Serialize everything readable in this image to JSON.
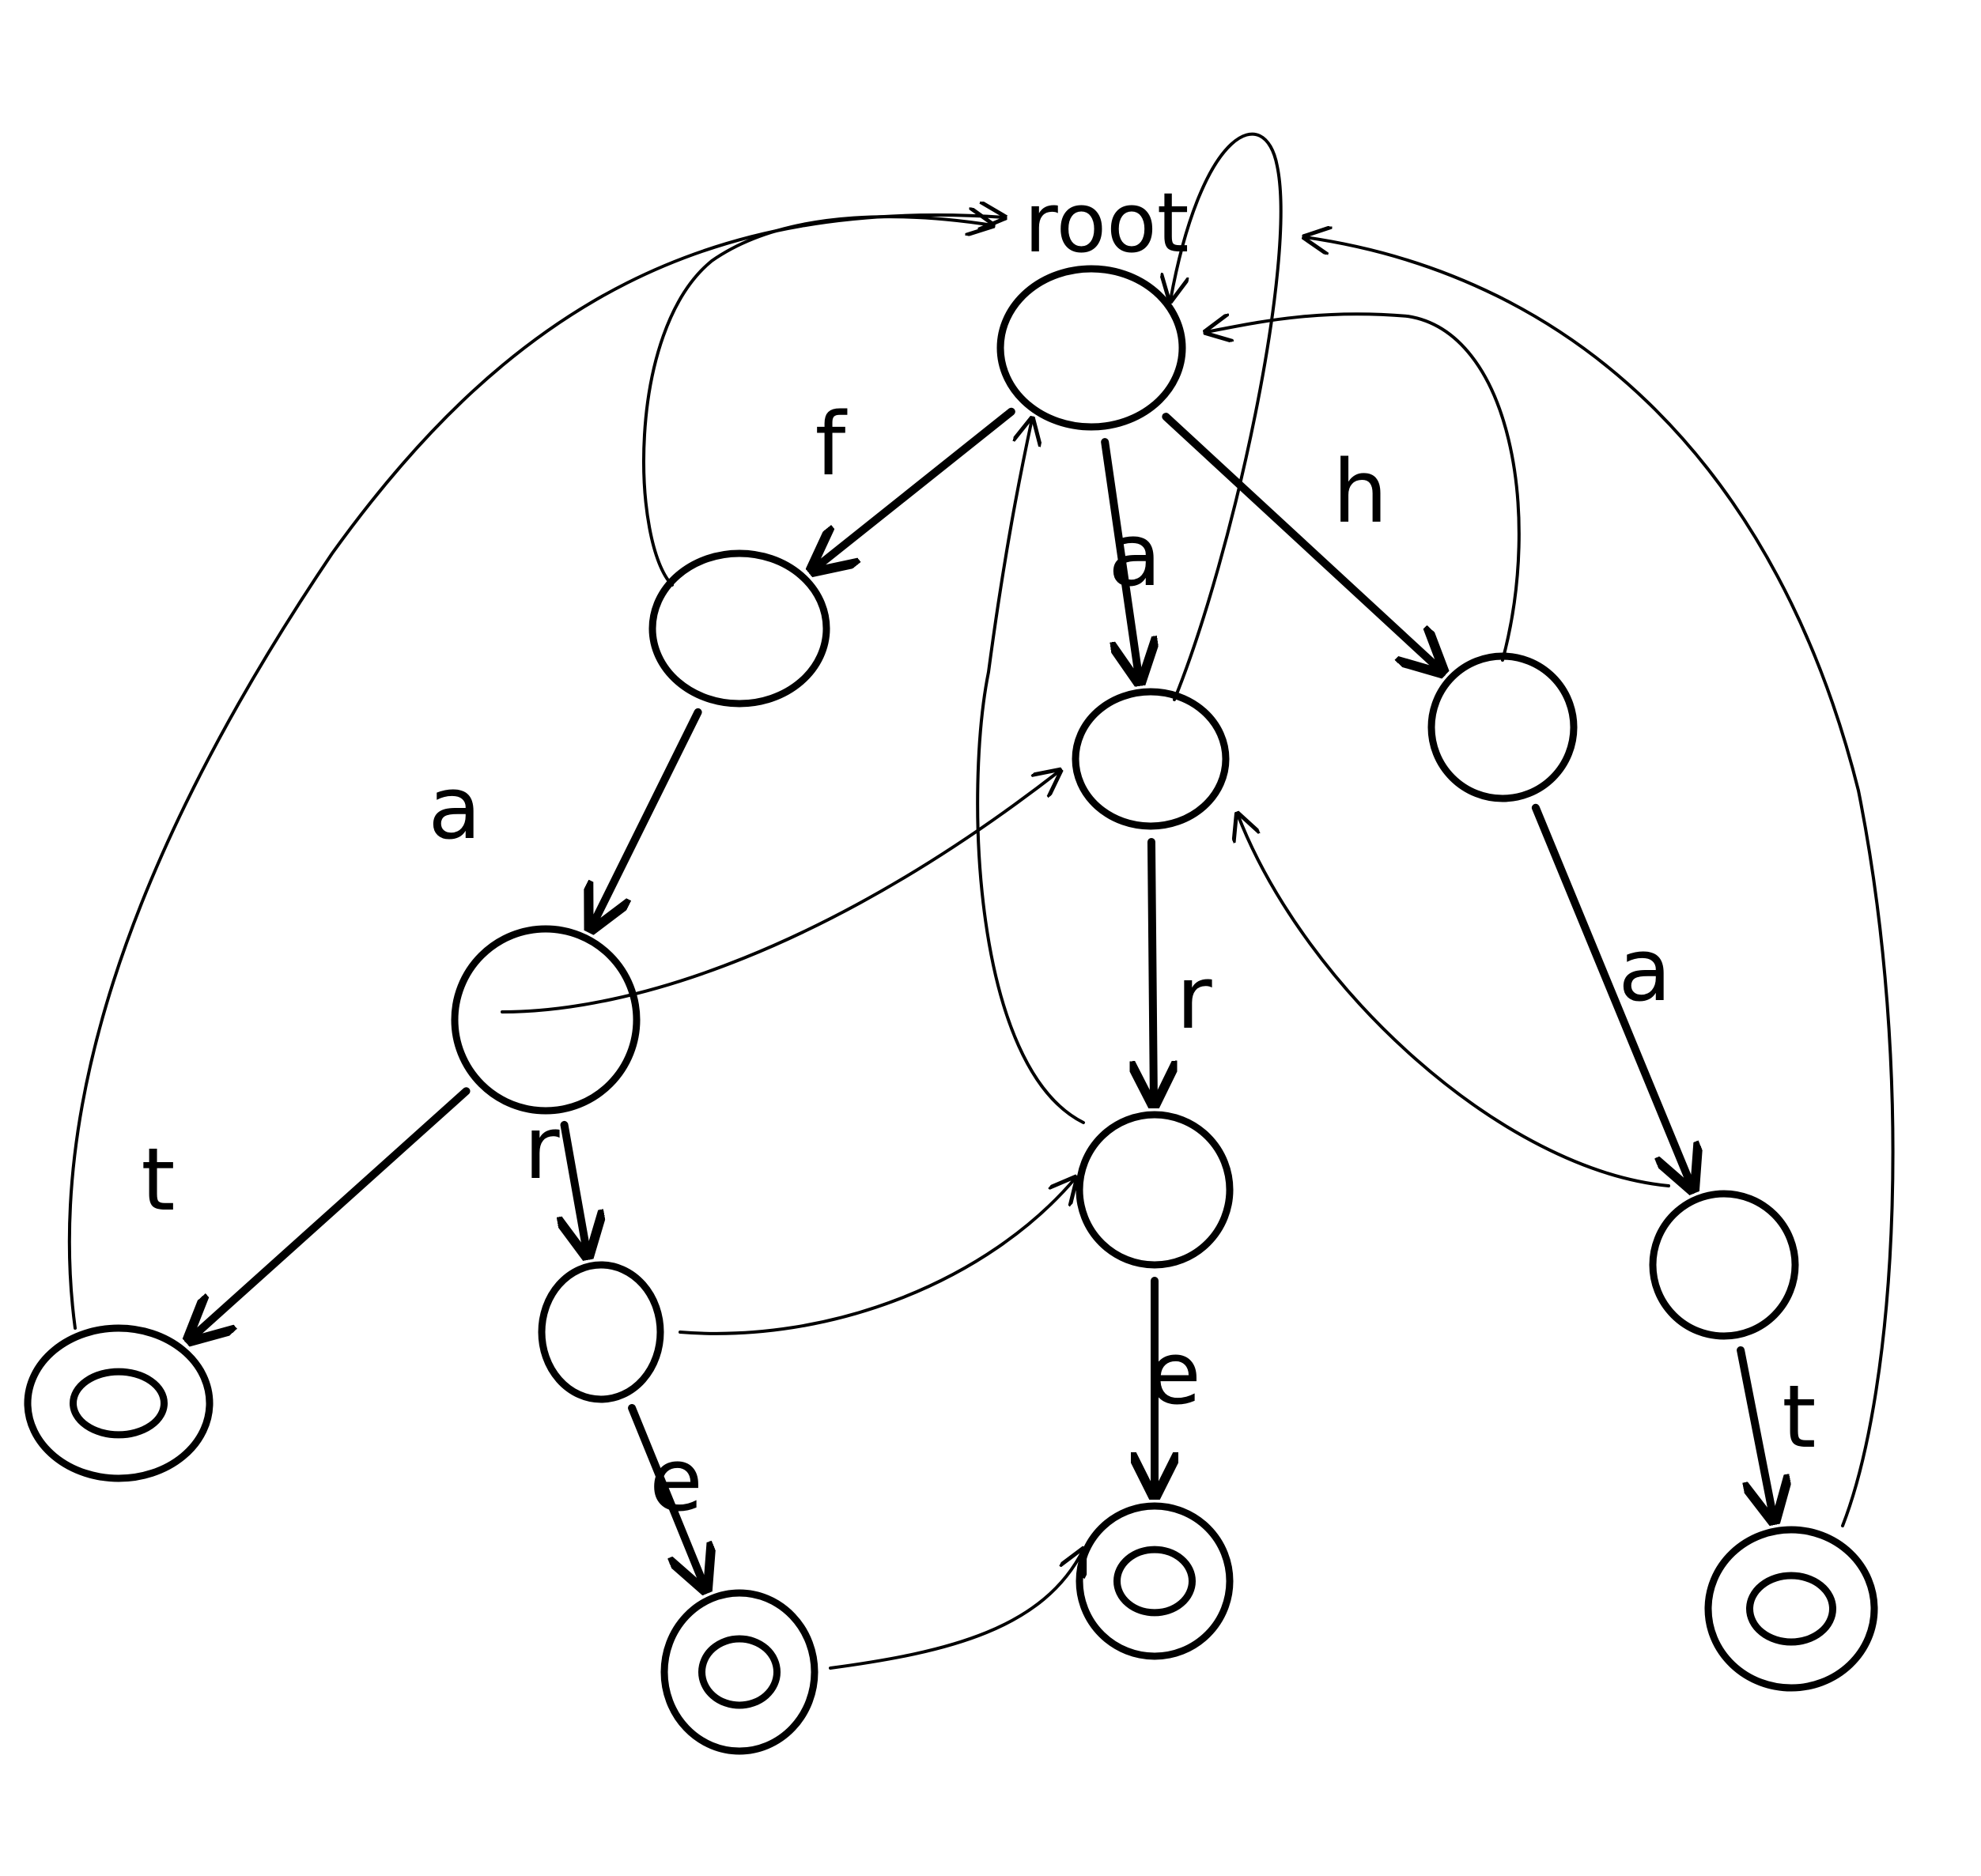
{
  "root_label": "root",
  "colors": {
    "ink": "#000000",
    "paper": "#ffffff"
  },
  "nodes": [
    {
      "id": "root",
      "terminal": false
    },
    {
      "id": "f",
      "terminal": false
    },
    {
      "id": "a",
      "terminal": false
    },
    {
      "id": "h",
      "terminal": false
    },
    {
      "id": "fa",
      "terminal": false
    },
    {
      "id": "ar",
      "terminal": false
    },
    {
      "id": "ha",
      "terminal": false
    },
    {
      "id": "fat",
      "terminal": true
    },
    {
      "id": "far",
      "terminal": false
    },
    {
      "id": "are",
      "terminal": true
    },
    {
      "id": "hat",
      "terminal": true
    },
    {
      "id": "fare",
      "terminal": true
    }
  ],
  "trie_edges": [
    {
      "from": "root",
      "to": "f",
      "char": "f"
    },
    {
      "from": "root",
      "to": "a",
      "char": "a"
    },
    {
      "from": "root",
      "to": "h",
      "char": "h"
    },
    {
      "from": "f",
      "to": "fa",
      "char": "a"
    },
    {
      "from": "a",
      "to": "ar",
      "char": "r"
    },
    {
      "from": "h",
      "to": "ha",
      "char": "a"
    },
    {
      "from": "fa",
      "to": "fat",
      "char": "t"
    },
    {
      "from": "fa",
      "to": "far",
      "char": "r"
    },
    {
      "from": "ar",
      "to": "are",
      "char": "e"
    },
    {
      "from": "ha",
      "to": "hat",
      "char": "t"
    },
    {
      "from": "far",
      "to": "fare",
      "char": "e"
    }
  ],
  "failure_links": [
    {
      "from": "f",
      "to": "root"
    },
    {
      "from": "a",
      "to": "root"
    },
    {
      "from": "h",
      "to": "root"
    },
    {
      "from": "fa",
      "to": "a"
    },
    {
      "from": "ha",
      "to": "a"
    },
    {
      "from": "ar",
      "to": "root"
    },
    {
      "from": "far",
      "to": "ar"
    },
    {
      "from": "fare",
      "to": "are"
    },
    {
      "from": "fat",
      "to": "root"
    },
    {
      "from": "hat",
      "to": "root"
    }
  ]
}
